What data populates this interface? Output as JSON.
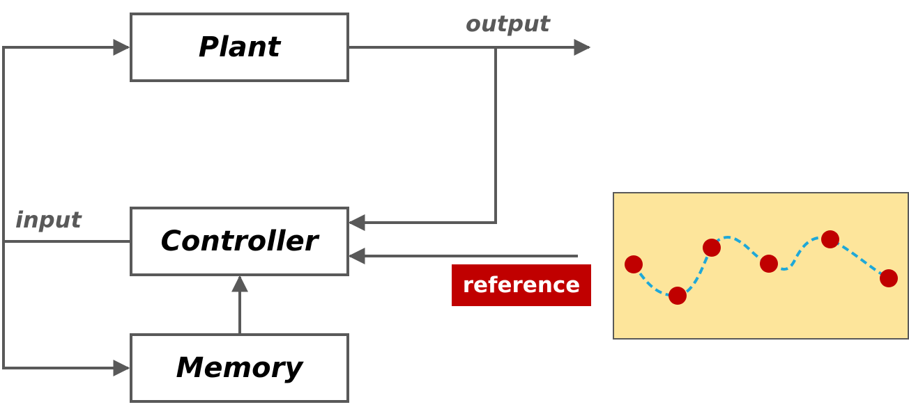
{
  "blocks": {
    "plant": "Plant",
    "controller": "Controller",
    "memory": "Memory"
  },
  "signals": {
    "output": "output",
    "input": "input",
    "reference": "reference"
  },
  "colors": {
    "line": "#595959",
    "reference_badge": "#c00000",
    "panel_fill": "#fde59b",
    "curve": "#1ea8d8",
    "points": "#c00000"
  }
}
